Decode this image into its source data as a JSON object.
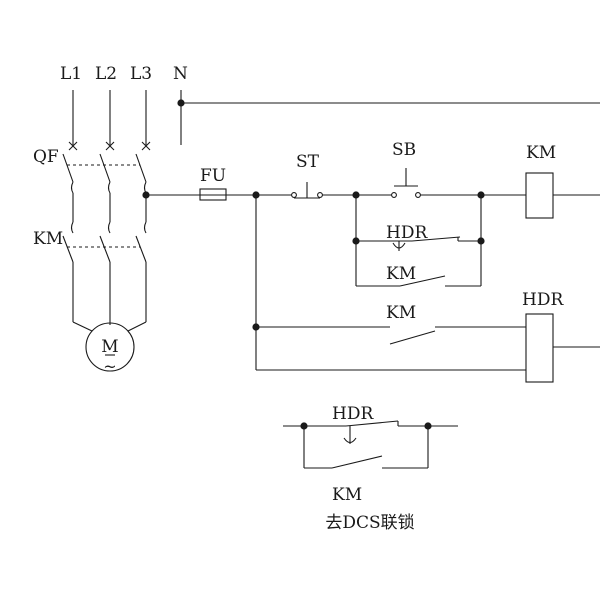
{
  "labels": {
    "L1": "L1",
    "L2": "L2",
    "L3": "L3",
    "N": "N",
    "QF": "QF",
    "KM_power": "KM",
    "motor": "M",
    "motor_symbol": "~",
    "FU": "FU",
    "ST": "ST",
    "SB": "SB",
    "KM_coil": "KM",
    "HDR_contact": "HDR",
    "KM_hold": "KM",
    "KM_branch": "KM",
    "HDR_coil": "HDR",
    "HDR_dcs": "HDR",
    "KM_dcs": "KM",
    "dcs_caption": "去DCS联锁"
  },
  "colors": {
    "line": "#1a1a1a",
    "background": "#ffffff"
  }
}
